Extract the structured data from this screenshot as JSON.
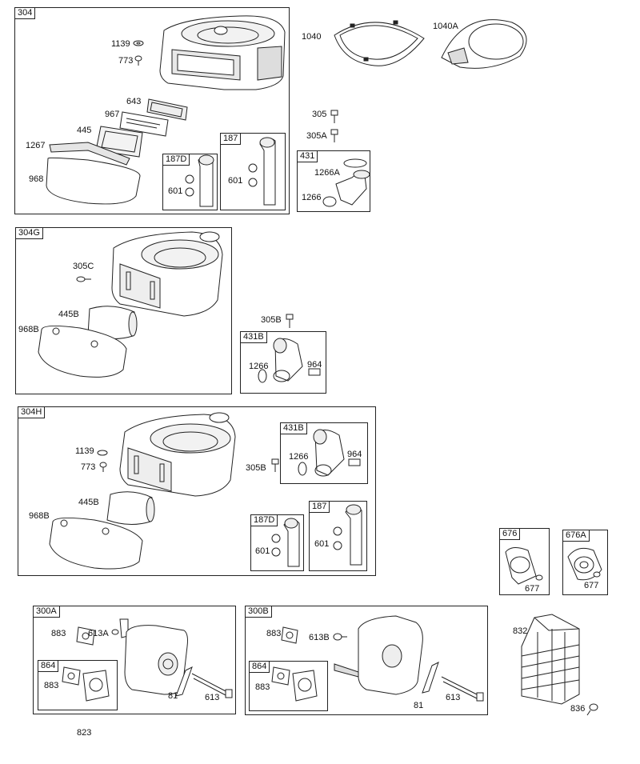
{
  "diagram": {
    "boxes": {
      "b304": "304",
      "b187D": "187D",
      "b187": "187",
      "b431": "431",
      "b304G": "304G",
      "b431B": "431B",
      "b304H": "304H",
      "b431B_2": "431B",
      "b187D_2": "187D",
      "b187_2": "187",
      "b676": "676",
      "b676A": "676A",
      "b300A": "300A",
      "b864": "864",
      "b300B": "300B",
      "b864_2": "864"
    },
    "labels": {
      "l1139": "1139",
      "l773": "773",
      "l643": "643",
      "l967": "967",
      "l445": "445",
      "l1267": "1267",
      "l968": "968",
      "l601a": "601",
      "l601b": "601",
      "l1040": "1040",
      "l1040A": "1040A",
      "l305": "305",
      "l305A": "305A",
      "l1266A": "1266A",
      "l1266": "1266",
      "l305C": "305C",
      "l445B": "445B",
      "l968B": "968B",
      "l305B": "305B",
      "l1266b": "1266",
      "l964": "964",
      "l1139b": "1139",
      "l773b": "773",
      "l305B2": "305B",
      "l1266c": "1266",
      "l964b": "964",
      "l445B2": "445B",
      "l968B2": "968B",
      "l601c": "601",
      "l601d": "601",
      "l677": "677",
      "l677b": "677",
      "l883": "883",
      "l613A": "613A",
      "l883b": "883",
      "l81": "81",
      "l613": "613",
      "l823": "823",
      "l883c": "883",
      "l613B": "613B",
      "l883d": "883",
      "l81b": "81",
      "l613b": "613",
      "l832": "832",
      "l836": "836"
    }
  }
}
